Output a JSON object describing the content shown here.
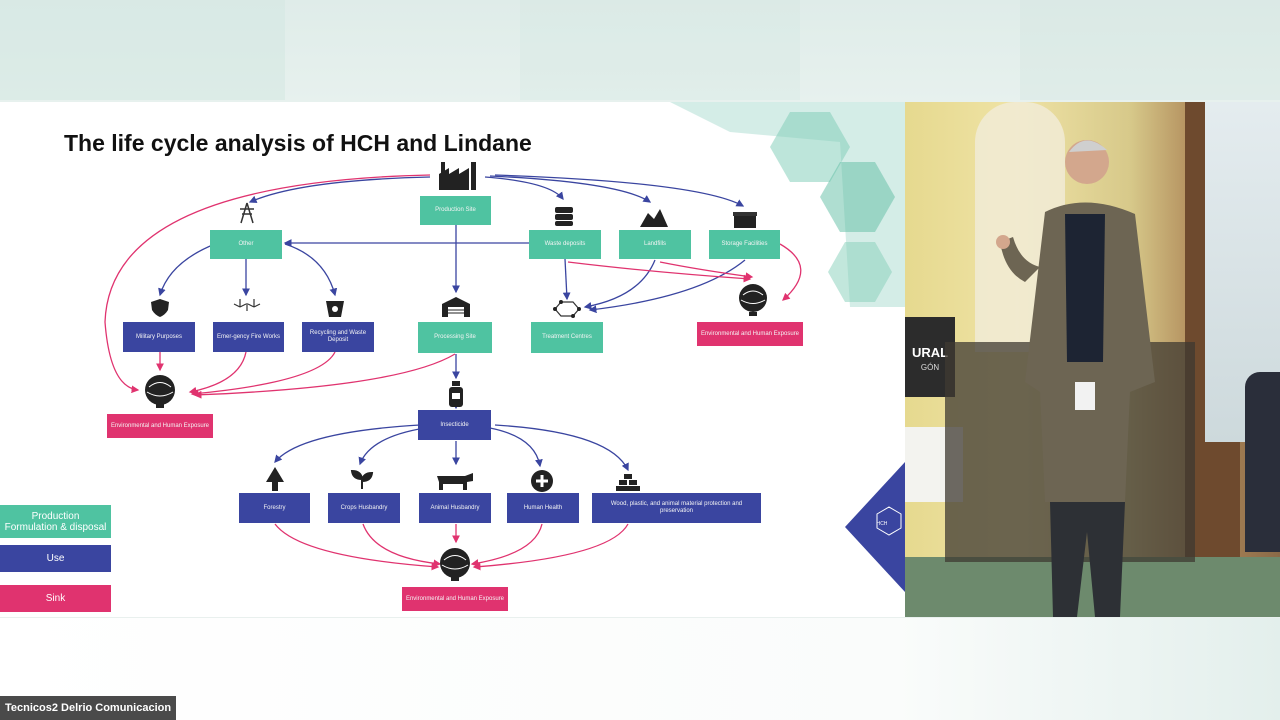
{
  "slide": {
    "title": "The life cycle analysis of HCH and Lindane",
    "boxes": {
      "production_site": "Production Site",
      "other": "Other",
      "waste_deposits": "Waste deposits",
      "landfills": "Landfills",
      "storage_facilities": "Storage Facilities",
      "military": "Military Purposes",
      "emergency": "Emer-gency Fire Works",
      "recycling": "Recycling and Waste Deposit",
      "processing": "Processing Site",
      "treatment": "Treatment Centres",
      "env_right": "Environmental and Human Exposure",
      "env_left": "Environmental and Human Exposure",
      "insecticide": "Insecticide",
      "forestry": "Forestry",
      "crops": "Crops Husbandry",
      "animal": "Animal Husbandry",
      "human": "Human Health",
      "wood": "Wood, plastic, and animal material protection and preservation",
      "env_bottom": "Environmental and Human Exposure"
    },
    "legend": {
      "production": "Production\nFormulation & disposal",
      "use": "Use",
      "sink": "Sink"
    }
  },
  "video": {
    "podium_text": "URAL",
    "podium_sub": "GÓN",
    "badge_text": "HCH"
  },
  "participant_name": "Tecnicos2 Delrio Comunicacion",
  "colors": {
    "production": "#4fc3a1",
    "use": "#3a45a0",
    "sink": "#e0336f"
  }
}
